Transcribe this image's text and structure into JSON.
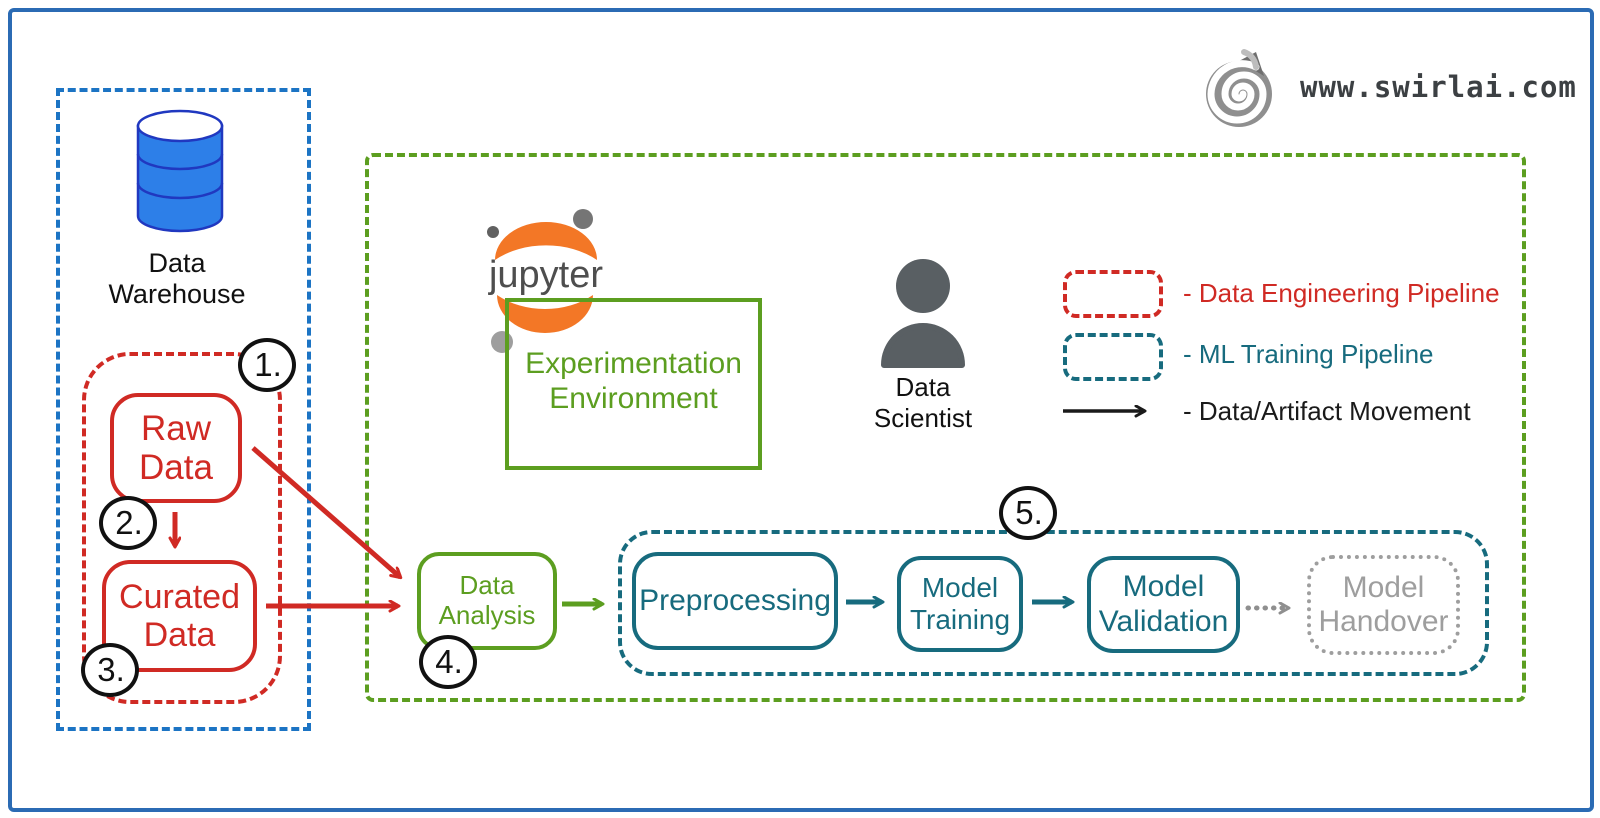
{
  "branding": {
    "url": "www.swirlai.com",
    "logo_icon": "swirl-icon"
  },
  "data_warehouse": {
    "label": "Data\nWarehouse",
    "icon": "database-icon"
  },
  "nodes": {
    "raw_data": "Raw\nData",
    "curated_data": "Curated\nData",
    "data_analysis": "Data\nAnalysis"
  },
  "steps": {
    "s1": "1.",
    "s2": "2.",
    "s3": "3.",
    "s4": "4.",
    "s5": "5."
  },
  "experimentation": {
    "jupyter_wordmark": "jupyter",
    "environment_label": "Experimentation\nEnvironment"
  },
  "data_scientist": {
    "label": "Data\nScientist",
    "icon": "person-icon"
  },
  "legend": {
    "data_engineering": "- Data Engineering Pipeline",
    "ml_training": "- ML Training Pipeline",
    "movement": "- Data/Artifact Movement"
  },
  "ml_pipeline": {
    "preprocessing": "Preprocessing",
    "model_training": "Model\nTraining",
    "model_validation": "Model\nValidation",
    "model_handover": "Model\nHandover"
  },
  "colors": {
    "frame_blue": "#2b6bb4",
    "warehouse_dash_blue": "#1c74c4",
    "database_fill_blue": "#2d7fe8",
    "data_engineering_red": "#d02a24",
    "experimentation_green": "#5c9e20",
    "ml_pipeline_teal": "#176b7e",
    "handover_gray": "#9e9e9e",
    "jupyter_orange": "#f37726",
    "person_gray": "#595f63",
    "movement_black": "#1a1a1a"
  }
}
